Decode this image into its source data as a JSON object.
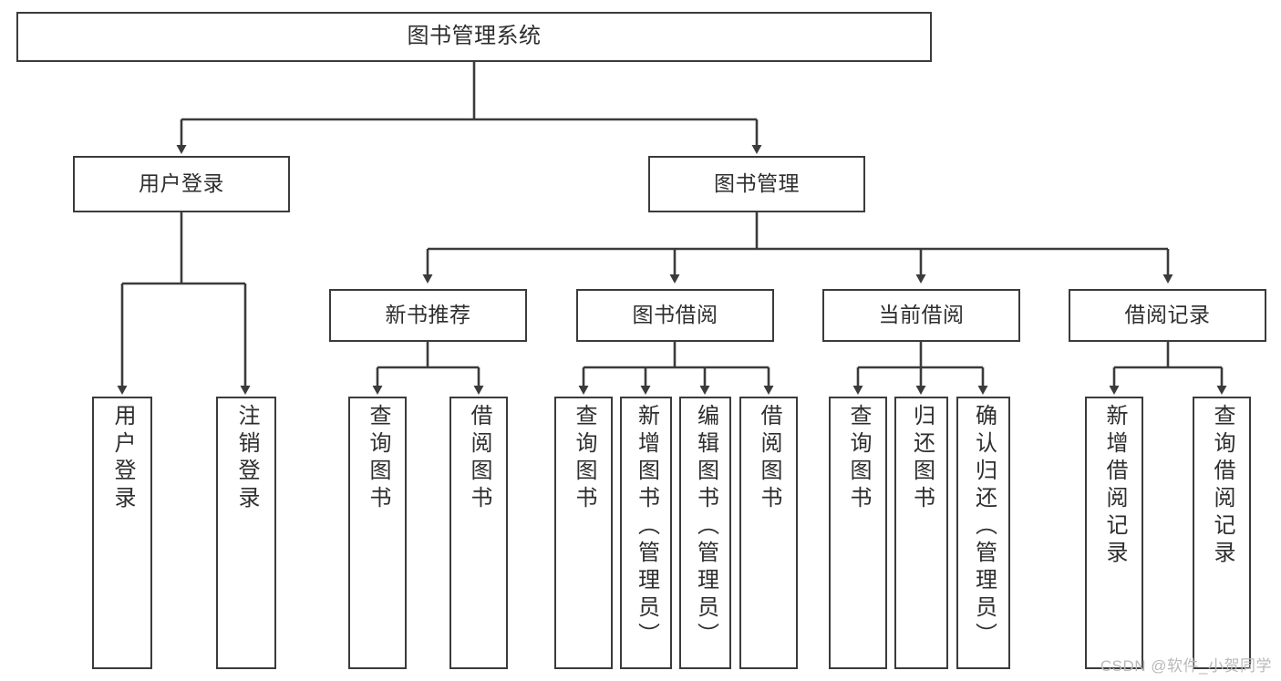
{
  "diagram": {
    "type": "hierarchy-tree",
    "title": "图书管理系统",
    "colors": {
      "box_border": "#3b3b3b",
      "box_fill": "#ffffff",
      "connector": "#3b3b3b",
      "text": "#2e2e2e",
      "watermark": "#b9b9b9",
      "background": "#ffffff"
    },
    "nodes": {
      "root": {
        "id": "root",
        "label": "图书管理系统",
        "level": 1,
        "orientation": "horizontal"
      },
      "l2": [
        {
          "id": "user-login",
          "label": "用户登录",
          "level": 2,
          "orientation": "horizontal"
        },
        {
          "id": "book-manage",
          "label": "图书管理",
          "level": 2,
          "orientation": "horizontal"
        }
      ],
      "l3": [
        {
          "id": "new-book-rec",
          "label": "新书推荐",
          "level": 3,
          "orientation": "horizontal",
          "parent": "book-manage"
        },
        {
          "id": "book-borrow",
          "label": "图书借阅",
          "level": 3,
          "orientation": "horizontal",
          "parent": "book-manage"
        },
        {
          "id": "current-borrow",
          "label": "当前借阅",
          "level": 3,
          "orientation": "horizontal",
          "parent": "book-manage"
        },
        {
          "id": "borrow-record",
          "label": "借阅记录",
          "level": 3,
          "orientation": "horizontal",
          "parent": "book-manage"
        }
      ],
      "leaves": [
        {
          "id": "leaf-user-login",
          "label": "用户登录",
          "orientation": "vertical",
          "parent": "user-login"
        },
        {
          "id": "leaf-logout",
          "label": "注销登录",
          "orientation": "vertical",
          "parent": "user-login"
        },
        {
          "id": "leaf-query-book-1",
          "label": "查询图书",
          "orientation": "vertical",
          "parent": "new-book-rec"
        },
        {
          "id": "leaf-borrow-book-1",
          "label": "借阅图书",
          "orientation": "vertical",
          "parent": "new-book-rec"
        },
        {
          "id": "leaf-query-book-2",
          "label": "查询图书",
          "orientation": "vertical",
          "parent": "book-borrow"
        },
        {
          "id": "leaf-add-book",
          "label": "新增图书（管理员）",
          "orientation": "vertical",
          "parent": "book-borrow"
        },
        {
          "id": "leaf-edit-book",
          "label": "编辑图书（管理员）",
          "orientation": "vertical",
          "parent": "book-borrow"
        },
        {
          "id": "leaf-borrow-book-2",
          "label": "借阅图书",
          "orientation": "vertical",
          "parent": "book-borrow"
        },
        {
          "id": "leaf-query-book-3",
          "label": "查询图书",
          "orientation": "vertical",
          "parent": "current-borrow"
        },
        {
          "id": "leaf-return-book",
          "label": "归还图书",
          "orientation": "vertical",
          "parent": "current-borrow"
        },
        {
          "id": "leaf-confirm-return",
          "label": "确认归还（管理员）",
          "orientation": "vertical",
          "parent": "current-borrow"
        },
        {
          "id": "leaf-add-record",
          "label": "新增借阅记录",
          "orientation": "vertical",
          "parent": "borrow-record"
        },
        {
          "id": "leaf-query-record",
          "label": "查询借阅记录",
          "orientation": "vertical",
          "parent": "borrow-record"
        }
      ]
    },
    "watermark": "CSDN @软件_小贺同学"
  }
}
